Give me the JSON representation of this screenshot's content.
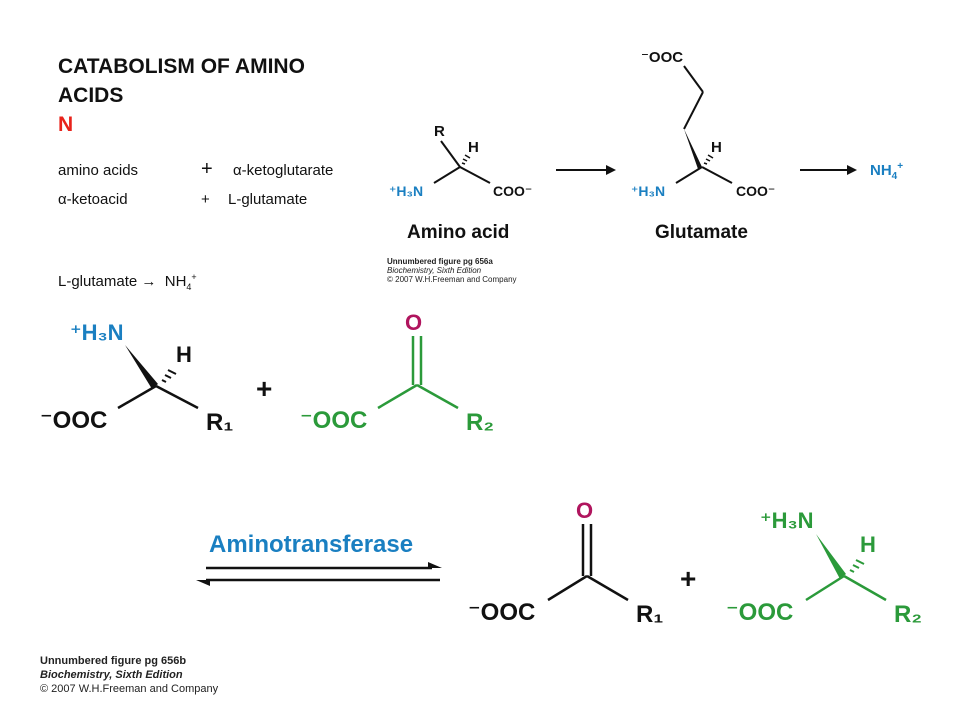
{
  "slide": {
    "title_line1": "CATABOLISM OF AMINO",
    "title_line2": "ACIDS",
    "title_n": "N",
    "row1": {
      "left": "amino acids",
      "op": "+",
      "right": "-ketoglutarate"
    },
    "row2": {
      "left": "-ketoacid",
      "op": "+",
      "right": "L-glutamate"
    },
    "row3": {
      "left": "L-glutamate",
      "right": "NH",
      "right_sub": "4",
      "right_sup": "+"
    },
    "alpha": "α"
  },
  "figure_a": {
    "label_amino_acid": "Amino acid",
    "label_glutamate": "Glutamate",
    "product": "NH",
    "product_sub": "4",
    "product_sup": "+",
    "credit_line1": "Unnumbered figure pg 656a",
    "credit_line2": "Biochemistry, Sixth Edition",
    "credit_line3": "© 2007 W.H.Freeman and Company"
  },
  "figure_b": {
    "enzyme": "Aminotransferase",
    "credit_line1": "Unnumbered figure pg 656b",
    "credit_line2": "Biochemistry, Sixth Edition",
    "credit_line3": "© 2007 W.H.Freeman and Company"
  },
  "colors": {
    "title_n": "#e8231b",
    "blue": "#1a7fc1",
    "green": "#2b9a3a",
    "magenta": "#b0155e",
    "black": "#111111"
  }
}
